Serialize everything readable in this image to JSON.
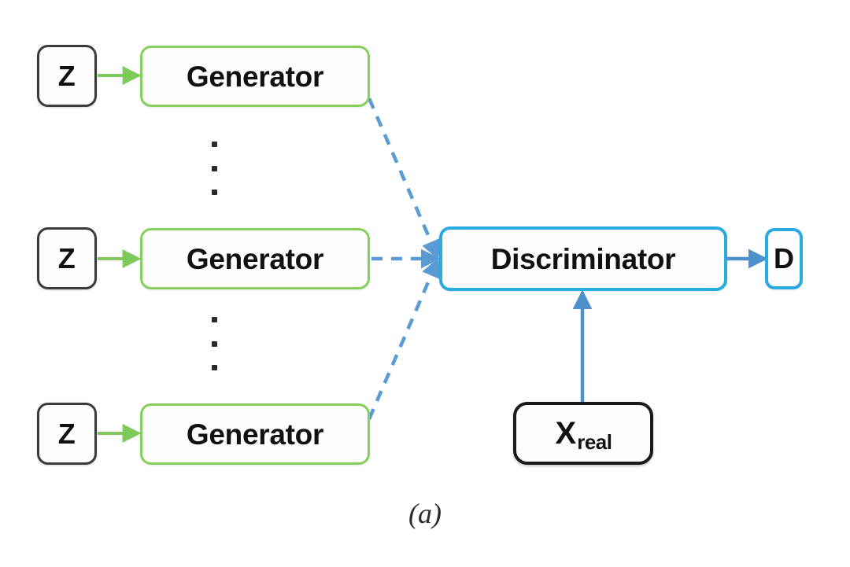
{
  "figure": {
    "caption": "(a)",
    "background_color": "#ffffff"
  },
  "colors": {
    "generator_border": "#87cf5c",
    "generator_arrow": "#7dc95b",
    "discriminator_border": "#29abe2",
    "d_border": "#29abe2",
    "solid_arrow": "#4e8fce",
    "dashed_arrow": "#5b9bd5",
    "dark_border": "#1a1a1a",
    "z_border": "#3b3b3b",
    "text": "#111111",
    "node_fill": "#fdfdfd"
  },
  "nodes": {
    "latent_inputs": [
      {
        "label": "Z",
        "icon": "latent-vector"
      },
      {
        "label": "Z",
        "icon": "latent-vector"
      },
      {
        "label": "Z",
        "icon": "latent-vector"
      }
    ],
    "generators": [
      {
        "label": "Generator"
      },
      {
        "label": "Generator"
      },
      {
        "label": "Generator"
      }
    ],
    "discriminator": {
      "label": "Discriminator"
    },
    "output": {
      "label": "D"
    },
    "real_data": {
      "label": "X",
      "subscript": "real"
    }
  },
  "ellipses": [
    {
      "name": "ellipsis-upper",
      "dots": 3
    },
    {
      "name": "ellipsis-lower",
      "dots": 3
    }
  ],
  "edges": [
    {
      "from": "Z",
      "to": "Generator",
      "style": "solid",
      "color": "#7dc95b",
      "index": 0
    },
    {
      "from": "Z",
      "to": "Generator",
      "style": "solid",
      "color": "#7dc95b",
      "index": 1
    },
    {
      "from": "Z",
      "to": "Generator",
      "style": "solid",
      "color": "#7dc95b",
      "index": 2
    },
    {
      "from": "Generator",
      "to": "Discriminator",
      "style": "dashed",
      "color": "#5b9bd5",
      "index": 0
    },
    {
      "from": "Generator",
      "to": "Discriminator",
      "style": "dashed",
      "color": "#5b9bd5",
      "index": 1
    },
    {
      "from": "Generator",
      "to": "Discriminator",
      "style": "dashed",
      "color": "#5b9bd5",
      "index": 2
    },
    {
      "from": "X_real",
      "to": "Discriminator",
      "style": "solid",
      "color": "#4e8fce"
    },
    {
      "from": "Discriminator",
      "to": "D",
      "style": "solid",
      "color": "#4e8fce"
    }
  ]
}
